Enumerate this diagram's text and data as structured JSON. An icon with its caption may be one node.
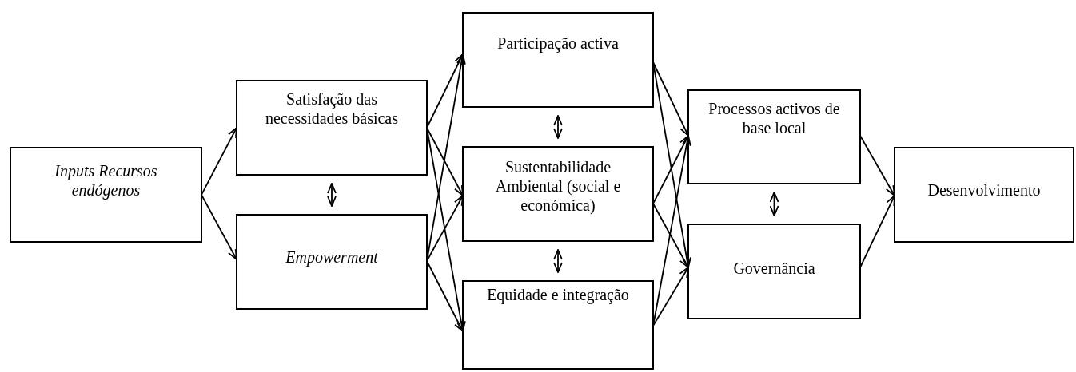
{
  "diagram": {
    "nodes": [
      {
        "text": [
          "Inputs Recursos endógenos"
        ]
      },
      {
        "text": [
          "Satisfação das necessidades básicas"
        ]
      },
      {
        "text": [
          "Empowerment"
        ]
      },
      {
        "text": [
          "Participação activa"
        ]
      },
      {
        "text": [
          "Sustentabilidade Ambiental (social e económica)"
        ]
      },
      {
        "text": [
          "Equidade e integração"
        ]
      },
      {
        "text": [
          "Processos activos de base local"
        ]
      },
      {
        "text": [
          "Governância"
        ]
      },
      {
        "text": [
          "Desenvolvimento"
        ]
      }
    ],
    "edges": [
      {
        "from": 0,
        "to": 1,
        "arrow": "to"
      },
      {
        "from": 0,
        "to": 2,
        "arrow": "to"
      },
      {
        "from": 1,
        "to": 2,
        "arrow": "both"
      },
      {
        "from": 1,
        "to": 3,
        "arrow": "to"
      },
      {
        "from": 1,
        "to": 4,
        "arrow": "to"
      },
      {
        "from": 1,
        "to": 5,
        "arrow": "to"
      },
      {
        "from": 2,
        "to": 3,
        "arrow": "to"
      },
      {
        "from": 2,
        "to": 4,
        "arrow": "to"
      },
      {
        "from": 2,
        "to": 5,
        "arrow": "to"
      },
      {
        "from": 3,
        "to": 4,
        "arrow": "both"
      },
      {
        "from": 4,
        "to": 5,
        "arrow": "both"
      },
      {
        "from": 3,
        "to": 6,
        "arrow": "to"
      },
      {
        "from": 3,
        "to": 7,
        "arrow": "to"
      },
      {
        "from": 4,
        "to": 6,
        "arrow": "to"
      },
      {
        "from": 4,
        "to": 7,
        "arrow": "to"
      },
      {
        "from": 5,
        "to": 6,
        "arrow": "to"
      },
      {
        "from": 5,
        "to": 7,
        "arrow": "to"
      },
      {
        "from": 6,
        "to": 7,
        "arrow": "both"
      },
      {
        "from": 6,
        "to": 8,
        "arrow": "to"
      },
      {
        "from": 7,
        "to": 8,
        "arrow": "to"
      }
    ]
  }
}
